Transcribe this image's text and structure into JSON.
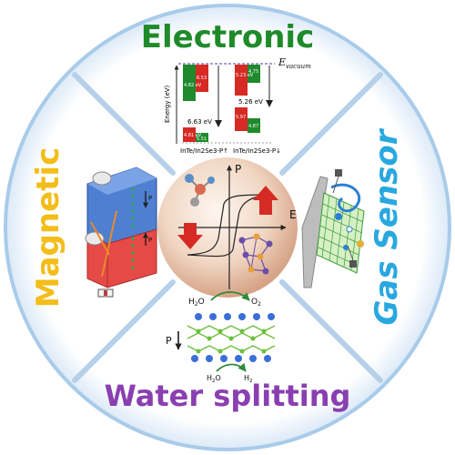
{
  "labels": {
    "top": "Electronic",
    "left": "Magnetic",
    "right": "Gas Sensor",
    "bottom": "Water splitting"
  },
  "colors": {
    "top": "#1f8a2a",
    "left": "#f3bd1a",
    "right": "#29a8e0",
    "bottom": "#8a3fb0",
    "ring": "#9fc6e8",
    "sphere_center": "#f7e7da",
    "sphere_edge": "#d8a88a"
  },
  "electronic_panel": {
    "y_axis": "Energy (eV)",
    "e_label": "E",
    "e_sub": "vacuum",
    "gap_left": "6.63 eV",
    "gap_right": "5.26 eV",
    "left_caption": "InTe/In2Se3-P↑",
    "right_caption": "InTe/In2Se3-P↓",
    "bar_values": [
      "4.82 eV",
      "6.53 eV",
      "4.81 eV",
      "5.51 eV",
      "5.23 eV",
      "4.75 eV",
      "5.97 eV",
      "4.87 eV"
    ]
  },
  "center": {
    "p_axis": "P",
    "e_axis": "E"
  },
  "water": {
    "h2o_top": "H",
    "h2o_sub": "2",
    "h2o_o": "O",
    "o2": "O",
    "o2_sub": "2",
    "p_label": "P",
    "h2o_bottom": "H",
    "h2o_bottom_o": "O",
    "h2": "H",
    "h2_sub": "2"
  },
  "magnetic": {
    "p_label": "P"
  }
}
